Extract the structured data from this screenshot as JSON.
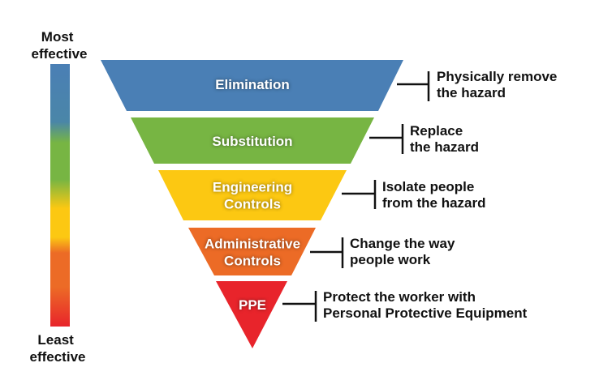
{
  "scale": {
    "top_label": [
      "Most",
      "effective"
    ],
    "bottom_label": [
      "Least",
      "effective"
    ]
  },
  "levels": [
    {
      "name": [
        "Elimination"
      ],
      "description": [
        "Physically remove",
        "the hazard"
      ],
      "color": "#4a7fb5"
    },
    {
      "name": [
        "Substitution"
      ],
      "description": [
        "Replace",
        "the hazard"
      ],
      "color": "#77b543"
    },
    {
      "name": [
        "Engineering",
        "Controls"
      ],
      "description": [
        "Isolate people",
        "from the hazard"
      ],
      "color": "#fcc812"
    },
    {
      "name": [
        "Administrative",
        "Controls"
      ],
      "description": [
        "Change the way",
        "people work"
      ],
      "color": "#ec6b26"
    },
    {
      "name": [
        "PPE"
      ],
      "description": [
        "Protect the worker with",
        "Personal Protective Equipment"
      ],
      "color": "#e8242b"
    }
  ]
}
